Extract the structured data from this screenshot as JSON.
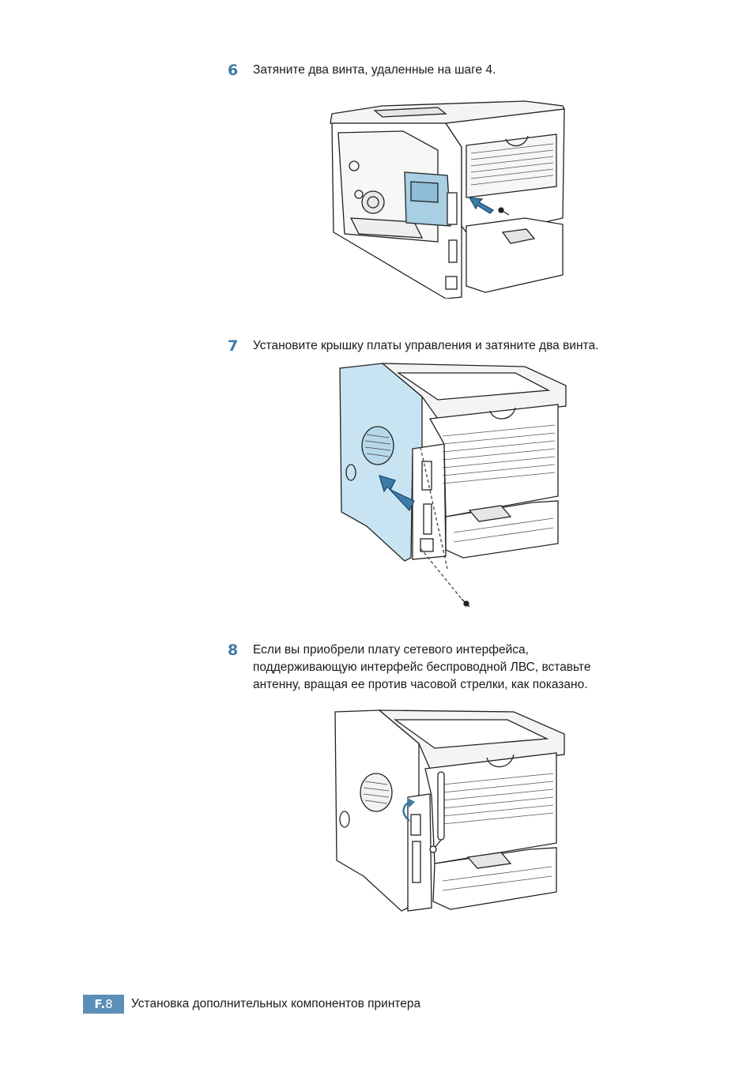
{
  "steps": [
    {
      "number": "6",
      "lines": [
        "Затяните два винта, удаленные на шаге 4."
      ]
    },
    {
      "number": "7",
      "lines": [
        "Установите крышку платы управления и затяните два винта."
      ]
    },
    {
      "number": "8",
      "lines": [
        "Если вы приобрели плату сетевого интерфейса,",
        "поддерживающую интерфейс беспроводной ЛВС, вставьте",
        "антенну, вращая ее против часовой стрелки, как показано."
      ]
    }
  ],
  "footer": {
    "section_prefix": "F.",
    "page_number": "8",
    "title": "Установка дополнительных компонентов принтера"
  },
  "colors": {
    "accent": "#3e7ca8",
    "badge": "#5b8fb8",
    "highlight_board": "#a9cfe3",
    "highlight_cover": "#c8e4f2"
  }
}
